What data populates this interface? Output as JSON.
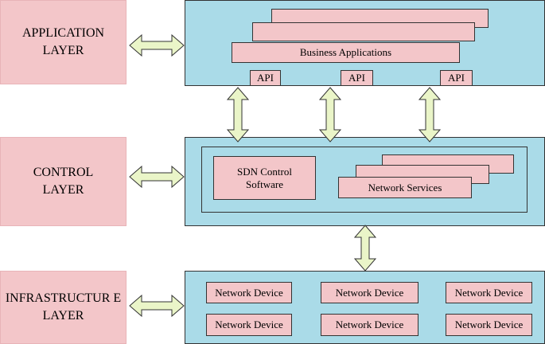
{
  "layers": {
    "application": "APPLICATION LAYER",
    "control": "CONTROL LAYER",
    "infrastructure": "INFRASTRUCTUR E LAYER"
  },
  "application_panel": {
    "business_applications": "Business Applications",
    "api_labels": [
      "API",
      "API",
      "API"
    ]
  },
  "control_panel": {
    "sdn_software": "SDN Control Software",
    "network_services": "Network Services"
  },
  "infrastructure_panel": {
    "devices": [
      "Network Device",
      "Network Device",
      "Network Device",
      "Network Device",
      "Network Device",
      "Network Device"
    ]
  },
  "colors": {
    "panel": "#aadbe8",
    "pink": "#f3c6c9",
    "arrow_fill": "#eaf5c8"
  }
}
